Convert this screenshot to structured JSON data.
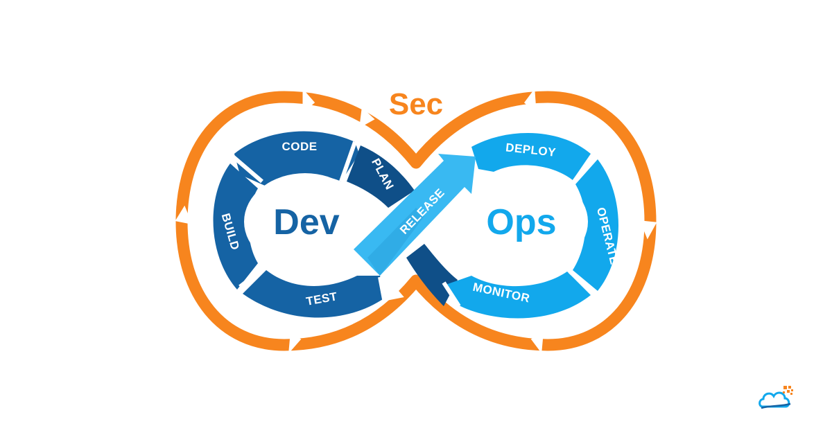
{
  "title_sec": "Sec",
  "left_word": "Dev",
  "right_word": "Ops",
  "stages": {
    "code": "CODE",
    "plan": "PLAN",
    "build": "BUILD",
    "test": "TEST",
    "release": "RELEASE",
    "deploy": "DEPLOY",
    "operate": "OPERATE",
    "monitor": "MONITOR"
  },
  "colors": {
    "orange": "#f7851e",
    "dev_blue": "#1563a4",
    "dev_blue_dark": "#0f4f88",
    "ops_blue": "#12a8ec",
    "ops_blue_light": "#39b9f2",
    "white": "#ffffff"
  },
  "logo_icon": "cloud-logo-icon"
}
